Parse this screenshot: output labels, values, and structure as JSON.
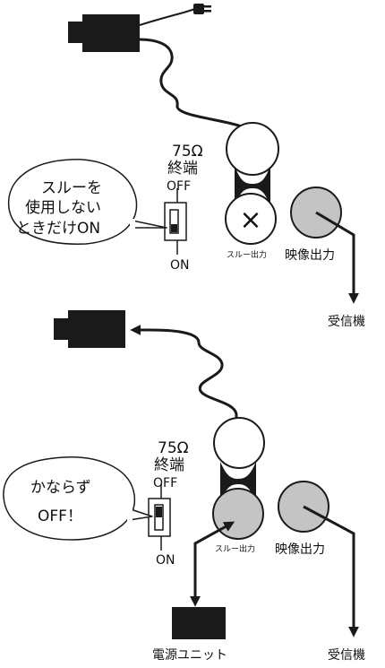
{
  "top": {
    "terminator_value": "75Ω",
    "terminator_label": "終端",
    "switch_off": "OFF",
    "switch_on": "ON",
    "bubble_lines": [
      "スルーを",
      "使用しない",
      "ときだけON"
    ],
    "through_out": "スルー出力",
    "video_out": "映像出力",
    "receiver": "受信機",
    "through_mark": "×"
  },
  "bottom": {
    "terminator_value": "75Ω",
    "terminator_label": "終端",
    "switch_off": "OFF",
    "switch_on": "ON",
    "bubble_lines": [
      "かならず",
      "OFF！"
    ],
    "through_out": "スルー出力",
    "video_out": "映像出力",
    "receiver": "受信機",
    "power_unit": "電源ユニット"
  },
  "colors": {
    "ink": "#1a1a1a",
    "connector_gray": "#c4c4c4",
    "white": "#ffffff"
  }
}
